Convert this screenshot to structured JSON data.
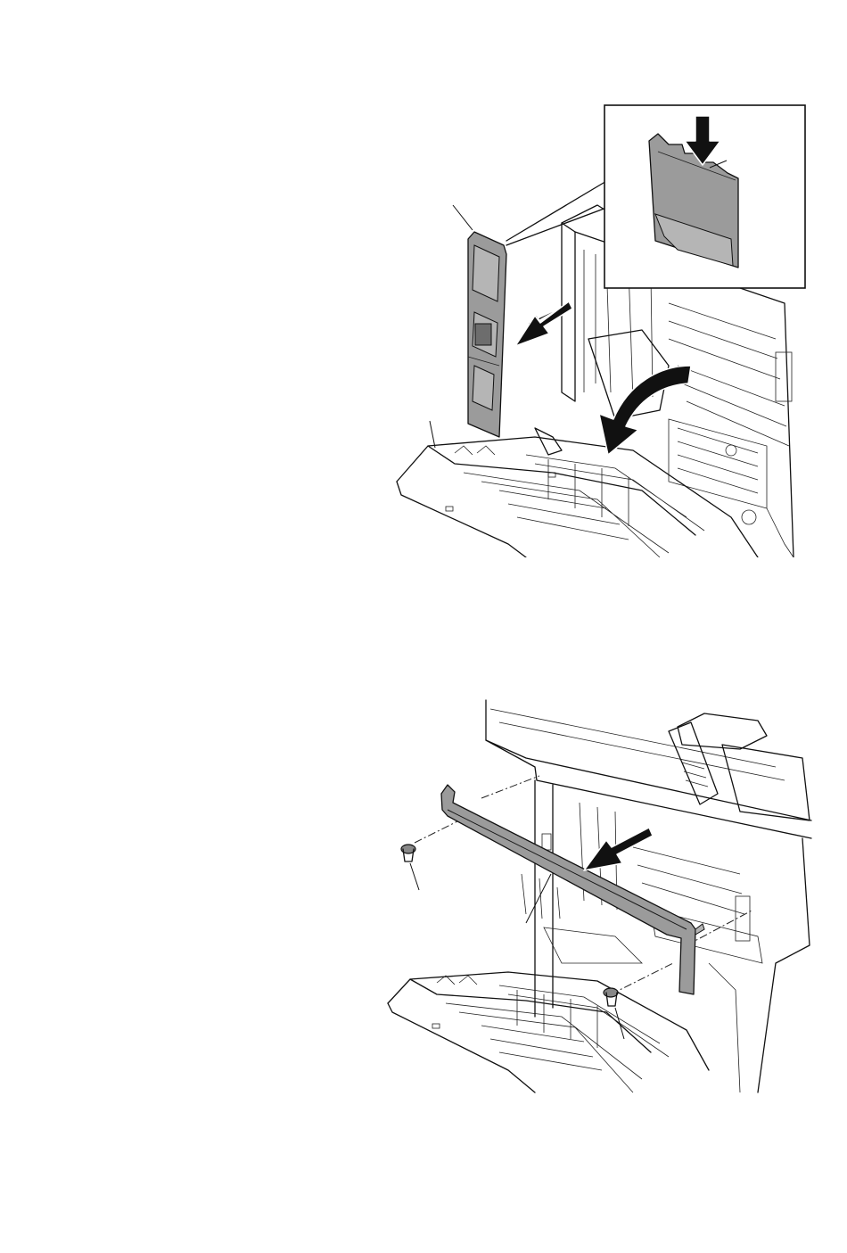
{
  "figure_1": {
    "parts": [
      "right-side-cover",
      "right-door",
      "hook-tab"
    ],
    "icons": [
      "detail-inset",
      "down-arrow-icon",
      "pull-out-arrow-icon",
      "curved-open-arrow-icon"
    ],
    "callouts": []
  },
  "figure_2": {
    "parts": [
      "lower-cover-rail",
      "screw",
      "screw"
    ],
    "icons": [
      "pull-out-arrow-icon"
    ],
    "callouts": []
  },
  "colors": {
    "part_fill": "#9b9b9b",
    "line": "#111111",
    "background": "#ffffff"
  }
}
